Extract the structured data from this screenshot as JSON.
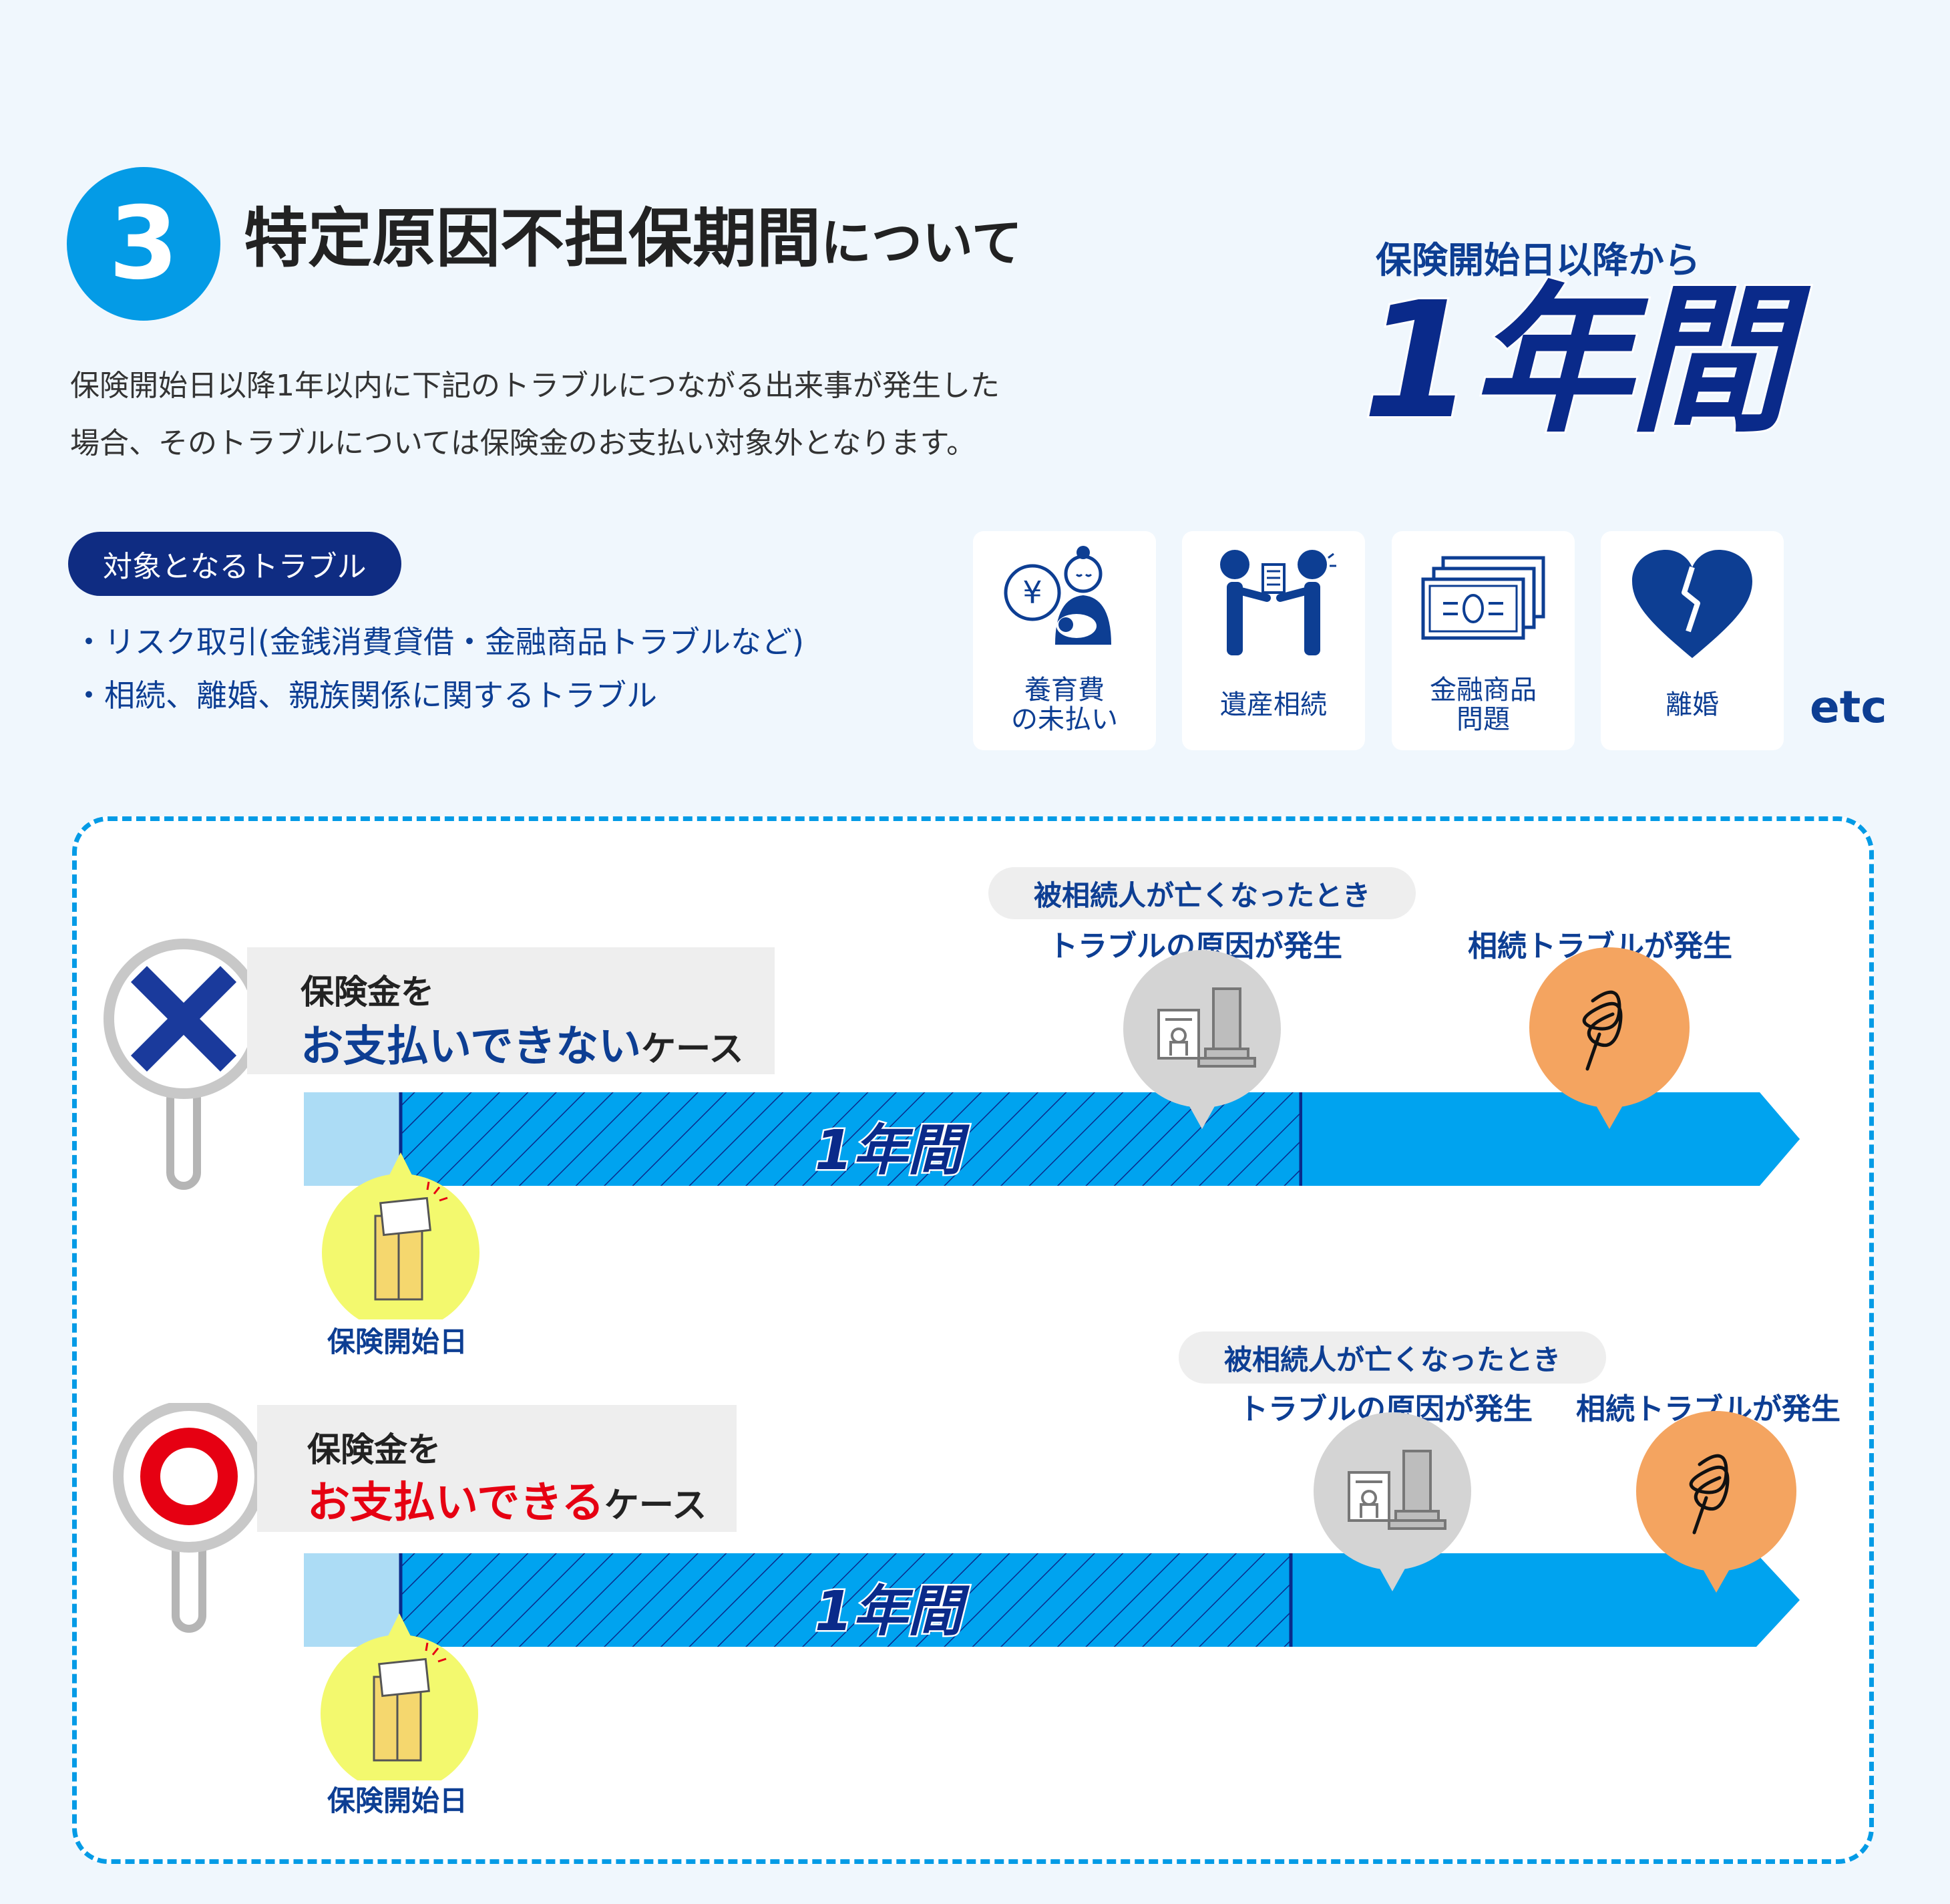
{
  "header": {
    "number": "3",
    "title_main": "特定原因不担保期間",
    "title_suffix": "について",
    "description_lines": [
      "保険開始日以降1年以内に下記のトラブルにつながる出来事が発生した",
      "場合、そのトラブルについては保険金のお支払い対象外となります。"
    ],
    "period_label": "保険開始日以降から",
    "period_value": "1年間"
  },
  "troubles": {
    "tag": "対象となるトラブル",
    "items": [
      "・リスク取引(金銭消費貸借・金融商品トラブルなど)",
      "・相続、離婚、親族関係に関するトラブル"
    ]
  },
  "icon_cards": [
    {
      "icon": "mother-child-yen-icon",
      "label_lines": [
        "養育費",
        "の未払い"
      ]
    },
    {
      "icon": "inheritance-handover-icon",
      "label_lines": [
        "遺産相続"
      ]
    },
    {
      "icon": "banknotes-icon",
      "label_lines": [
        "金融商品",
        "問題"
      ]
    },
    {
      "icon": "broken-heart-icon",
      "label_lines": [
        "離婚"
      ]
    }
  ],
  "etc": "etc",
  "cases": [
    {
      "id": "not-payable",
      "mark": "cross-mark-icon",
      "line1": "保険金を",
      "line2_emphasis": "お支払いできない",
      "line2_suffix": "ケース",
      "emphasis_color": "#0d3e93",
      "bar_label": "1年間",
      "bubble_label": "被相続人が亡くなったとき",
      "cause_label": "トラブルの原因が発生",
      "trouble_label": "相続トラブルが発生",
      "start_label": "保険開始日"
    },
    {
      "id": "payable",
      "mark": "circle-mark-icon",
      "line1": "保険金を",
      "line2_emphasis": "お支払いできる",
      "line2_suffix": "ケース",
      "emphasis_color": "#e60012",
      "bar_label": "1年間",
      "bubble_label": "被相続人が亡くなったとき",
      "cause_label": "トラブルの原因が発生",
      "trouble_label": "相続トラブルが発生",
      "start_label": "保険開始日"
    }
  ],
  "colors": {
    "accent_blue": "#049be6",
    "navy": "#0d3e93",
    "bar_light": "#acdcf5",
    "bar_main": "#00a3ef",
    "start_bubble": "#f3f96e",
    "trouble_bubble": "#f4a460",
    "cause_bubble": "#d4d4d4",
    "red": "#e60012"
  }
}
